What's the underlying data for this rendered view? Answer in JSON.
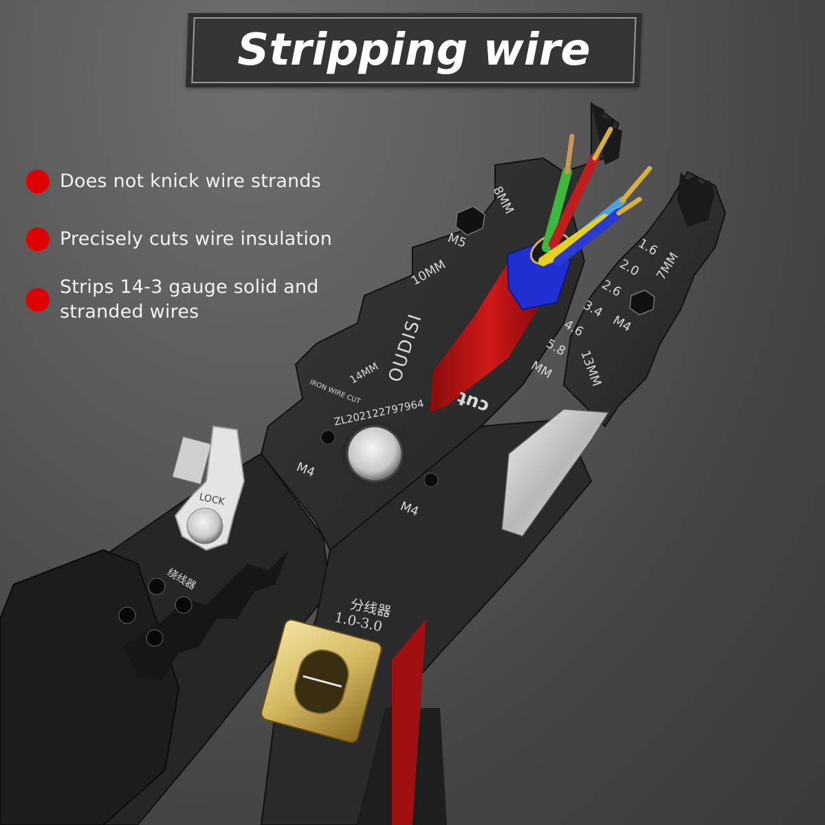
{
  "banner": {
    "title": "Stripping wire"
  },
  "features": [
    {
      "label": "Does not knick wire strands"
    },
    {
      "label": "Precisely cuts wire insulation"
    },
    {
      "label": "Strips 14-3 gauge solid and stranded wires"
    }
  ],
  "tool": {
    "brand": "OUDISI",
    "patent": "ZL2021227979​64",
    "labels": {
      "mm8": "8MM",
      "m5_top": "M5",
      "mm10": "10MM",
      "mm14": "14MM",
      "iron_wire_cut": "IRON WIRE CUT",
      "m4_left": "M4",
      "m4_bottom": "M4",
      "m4_right": "M4",
      "mm7": "7MM",
      "mm13": "13MM",
      "mm_unit": "MM",
      "cut": "cut",
      "lock": "LOCK",
      "winder_cn": "绕线器",
      "splitter_cn": "分线器",
      "splitter_range": "1.0-3.0"
    },
    "gauge_sizes": [
      "1.6",
      "2.0",
      "2.6",
      "3.4",
      "4.6",
      "5.8"
    ],
    "wire_colors": [
      "#3cb83c",
      "#c01e1e",
      "#4da3e0",
      "#e6d020",
      "#2a3ad0"
    ]
  },
  "colors": {
    "bullet": "#e00000",
    "banner_bg": "#2f2f2f",
    "banner_border": "#9a9a9a",
    "text": "#f2f2f2",
    "background": "#555555",
    "handle_red": "#b01010",
    "gold_insert": "#d8c070"
  }
}
